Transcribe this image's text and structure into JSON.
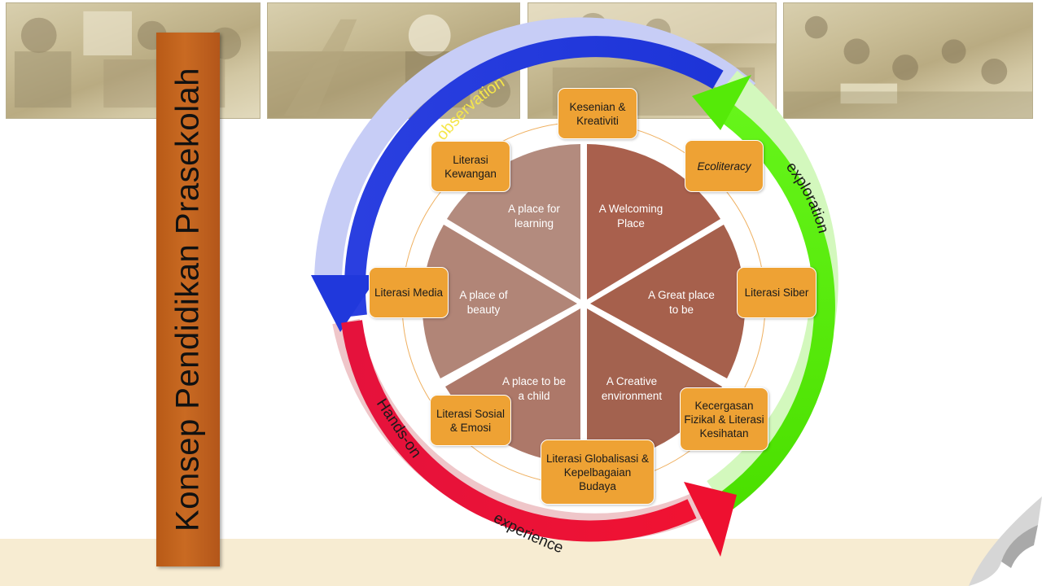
{
  "title": "Konsep Pendidikan Prasekolah",
  "arrows": {
    "observation": "observation",
    "exploration": "exploration",
    "hands_on": "Hands-on",
    "experience": "experience"
  },
  "segments": {
    "learning": [
      "A place for",
      "learning"
    ],
    "welcoming": [
      "A Welcoming",
      "Place"
    ],
    "great": [
      "A Great place",
      "to be"
    ],
    "creative": [
      "A Creative",
      "environment"
    ],
    "child": [
      "A place to be",
      "a child"
    ],
    "beauty": [
      "A place of",
      "beauty"
    ]
  },
  "boxes": {
    "kesenian": "Kesenian & Kreativiti",
    "ecoliteracy": "Ecoliteracy",
    "siber": "Literasi Siber",
    "kecergasan": "Kecergasan Fizikal & Literasi Kesihatan",
    "globalisasi": "Literasi Globalisasi & Kepelbagaian Budaya",
    "sosial": "Literasi Sosial & Emosi",
    "media": "Literasi Media",
    "kewangan": "Literasi Kewangan"
  },
  "colors": {
    "title_bar": "#c0621c",
    "box": "#eea234",
    "segment_dark": "#a9604d",
    "segment_light": "#b3897b",
    "arrow_blue": "#1f3fe6",
    "arrow_green": "#5cf00a",
    "arrow_red": "#e8123a",
    "photo_tint": "#cfc4a0"
  }
}
